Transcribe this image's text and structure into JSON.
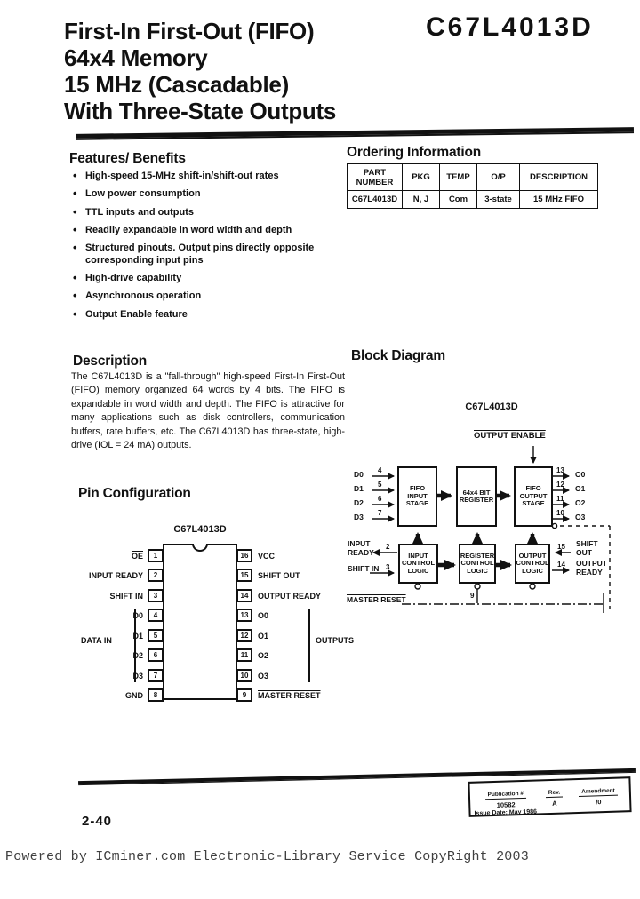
{
  "colors": {
    "ink": "#111111",
    "paper": "#ffffff",
    "watermark": "#3f3f3f"
  },
  "header": {
    "title_lines": [
      "First-In First-Out (FIFO)",
      "64x4 Memory",
      "15 MHz (Cascadable)",
      "With Three-State Outputs"
    ],
    "part_number": "C67L4013D"
  },
  "features": {
    "heading": "Features/ Benefits",
    "items": [
      "High-speed 15-MHz shift-in/shift-out rates",
      "Low power consumption",
      "TTL inputs and outputs",
      "Readily expandable in word width and depth",
      "Structured pinouts. Output pins directly opposite corresponding input pins",
      "High-drive capability",
      "Asynchronous operation",
      "Output Enable feature"
    ]
  },
  "ordering": {
    "heading": "Ordering Information",
    "columns": [
      "PART NUMBER",
      "PKG",
      "TEMP",
      "O/P",
      "DESCRIPTION"
    ],
    "row": [
      "C67L4013D",
      "N, J",
      "Com",
      "3-state",
      "15 MHz FIFO"
    ]
  },
  "description": {
    "heading": "Description",
    "body": "The C67L4013D is a \"fall-through\" high-speed First-In First-Out (FIFO) memory organized 64 words by 4 bits. The FIFO is expandable in word width and depth. The FIFO is attractive for many applications such as disk controllers, communication buffers, rate buffers, etc. The C67L4013D has three-state, high-drive (IOL = 24 mA) outputs."
  },
  "block_diagram": {
    "heading": "Block Diagram",
    "chip_label": "C67L4013D",
    "output_enable_label": "OUTPUT ENABLE",
    "blocks": {
      "input_stage": "FIFO INPUT STAGE",
      "bit_register": "64x4 BIT REGISTER",
      "output_stage": "FIFO OUTPUT STAGE",
      "input_control": "INPUT CONTROL LOGIC",
      "register_control": "REGISTER CONTROL LOGIC",
      "output_control": "OUTPUT CONTROL LOGIC"
    },
    "data_inputs": [
      {
        "pin": "4",
        "label": "D0"
      },
      {
        "pin": "5",
        "label": "D1"
      },
      {
        "pin": "6",
        "label": "D2"
      },
      {
        "pin": "7",
        "label": "D3"
      }
    ],
    "data_outputs": [
      {
        "pin": "13",
        "label": "O0"
      },
      {
        "pin": "12",
        "label": "O1"
      },
      {
        "pin": "11",
        "label": "O2"
      },
      {
        "pin": "10",
        "label": "O3"
      }
    ],
    "input_ready": {
      "pin": "2",
      "label": "INPUT READY"
    },
    "shift_in": {
      "pin": "3",
      "label": "SHIFT IN"
    },
    "shift_out": {
      "pin": "15",
      "label": "SHIFT OUT"
    },
    "output_ready": {
      "pin": "14",
      "label": "OUTPUT READY"
    },
    "master_reset": {
      "pin": "9",
      "label": "MASTER RESET"
    }
  },
  "pin_configuration": {
    "heading": "Pin Configuration",
    "chip_label": "C67L4013D",
    "left_pins": [
      {
        "num": "1",
        "label": "OE"
      },
      {
        "num": "2",
        "label": "INPUT READY"
      },
      {
        "num": "3",
        "label": "SHIFT IN"
      },
      {
        "num": "4",
        "label": "D0"
      },
      {
        "num": "5",
        "label": "D1"
      },
      {
        "num": "6",
        "label": "D2"
      },
      {
        "num": "7",
        "label": "D3"
      },
      {
        "num": "8",
        "label": "GND"
      }
    ],
    "right_pins": [
      {
        "num": "16",
        "label": "VCC"
      },
      {
        "num": "15",
        "label": "SHIFT OUT"
      },
      {
        "num": "14",
        "label": "OUTPUT READY"
      },
      {
        "num": "13",
        "label": "O0"
      },
      {
        "num": "12",
        "label": "O1"
      },
      {
        "num": "11",
        "label": "O2"
      },
      {
        "num": "10",
        "label": "O3"
      },
      {
        "num": "9",
        "label": "MASTER RESET"
      }
    ],
    "data_in_group": "DATA IN",
    "outputs_group": "OUTPUTS"
  },
  "publication": {
    "pub_label": "Publication #",
    "pub_value": "10582",
    "rev_label": "Rev.",
    "rev_value": "A",
    "amendment_label": "Amendment",
    "amendment_value": "/0",
    "issue_date": "Issue Date:  May 1986"
  },
  "footer": {
    "page_number": "2-40",
    "watermark": "Powered by ICminer.com Electronic-Library Service CopyRight 2003"
  }
}
